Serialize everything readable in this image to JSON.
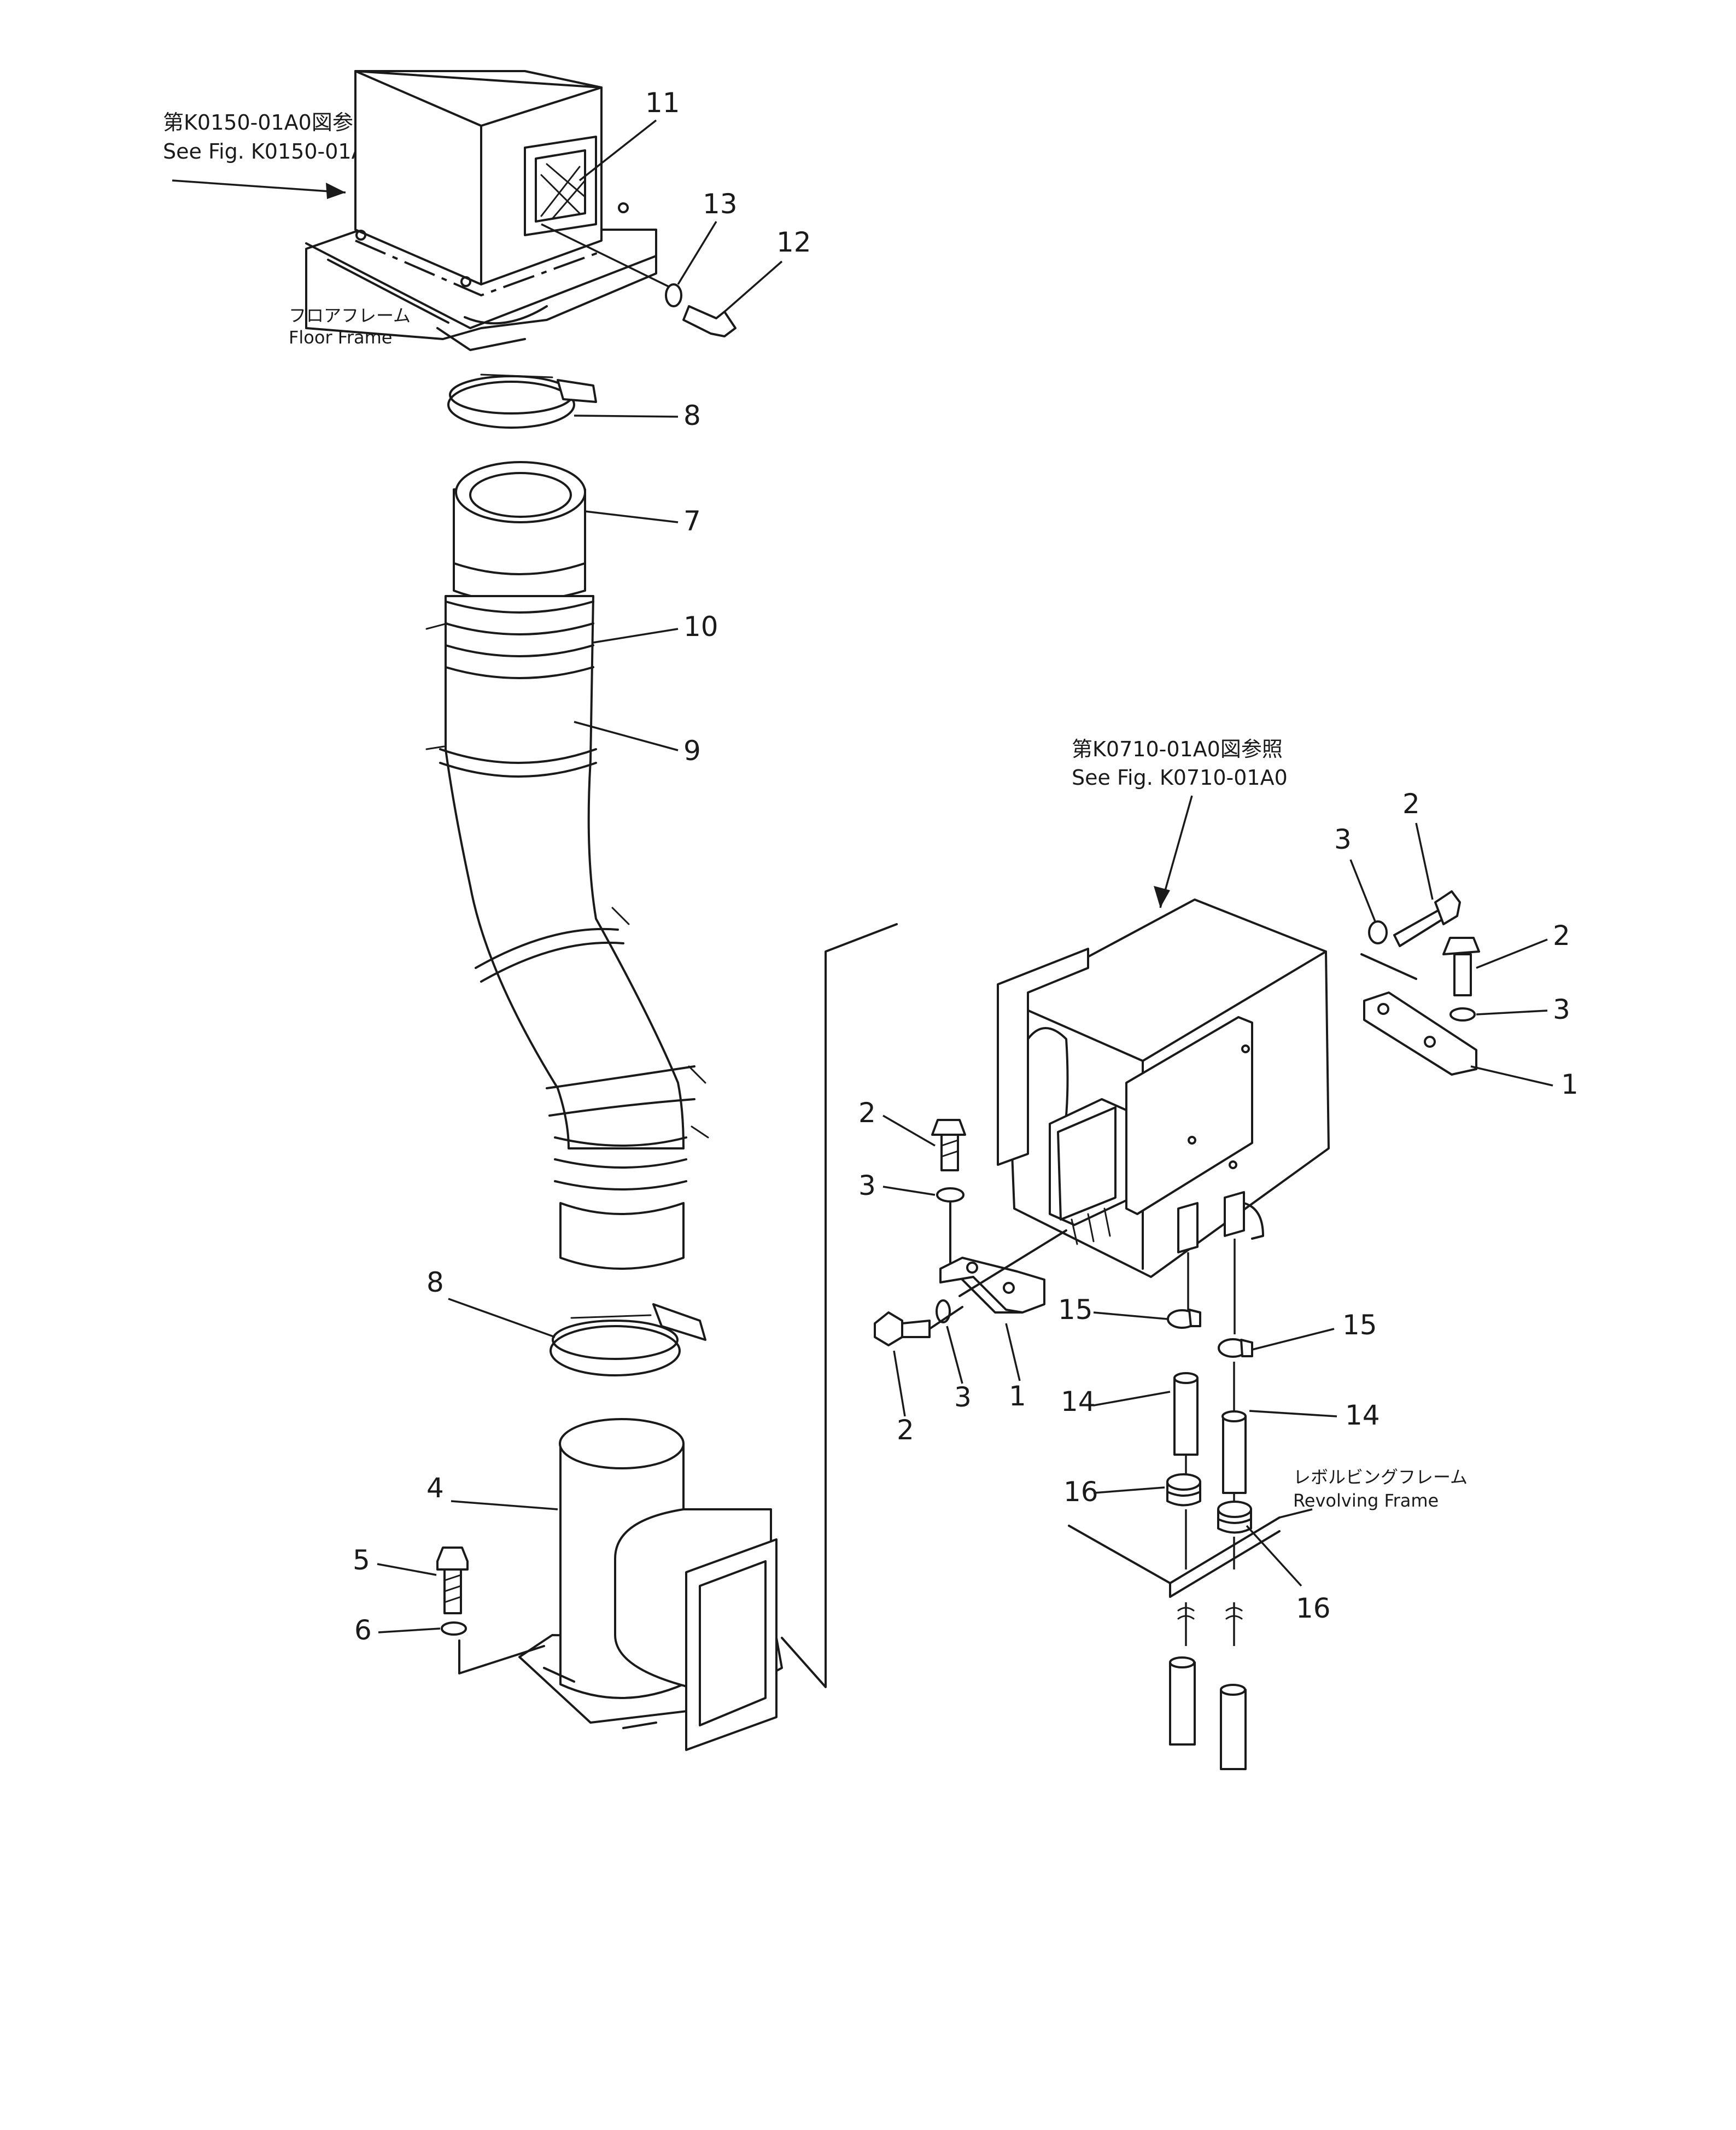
{
  "references": {
    "upper_jp": "第K0150-01A0図参照",
    "upper_en": "See  Fig. K0150-01A0",
    "right_jp": "第K0710-01A0図参照",
    "right_en": "See  Fig. K0710-01A0"
  },
  "frames": {
    "floor_jp": "フロアフレーム",
    "floor_en": "Floor  Frame",
    "revolving_jp": "レボルビングフレーム",
    "revolving_en": "Revolving  Frame"
  },
  "callouts": {
    "c11": "11",
    "c13": "13",
    "c12": "12",
    "c8a": "8",
    "c7": "7",
    "c10": "10",
    "c9": "9",
    "c8b": "8",
    "c4": "4",
    "c5": "5",
    "c6": "6",
    "r2a": "2",
    "r3a": "3",
    "r2b": "2",
    "r3b": "3",
    "r1a": "1",
    "l2a": "2",
    "l3a": "3",
    "l15a": "15",
    "l2b": "2",
    "l3b": "3",
    "l1b": "1",
    "l14a": "14",
    "l16a": "16",
    "r15b": "15",
    "r14b": "14",
    "r16b": "16"
  }
}
